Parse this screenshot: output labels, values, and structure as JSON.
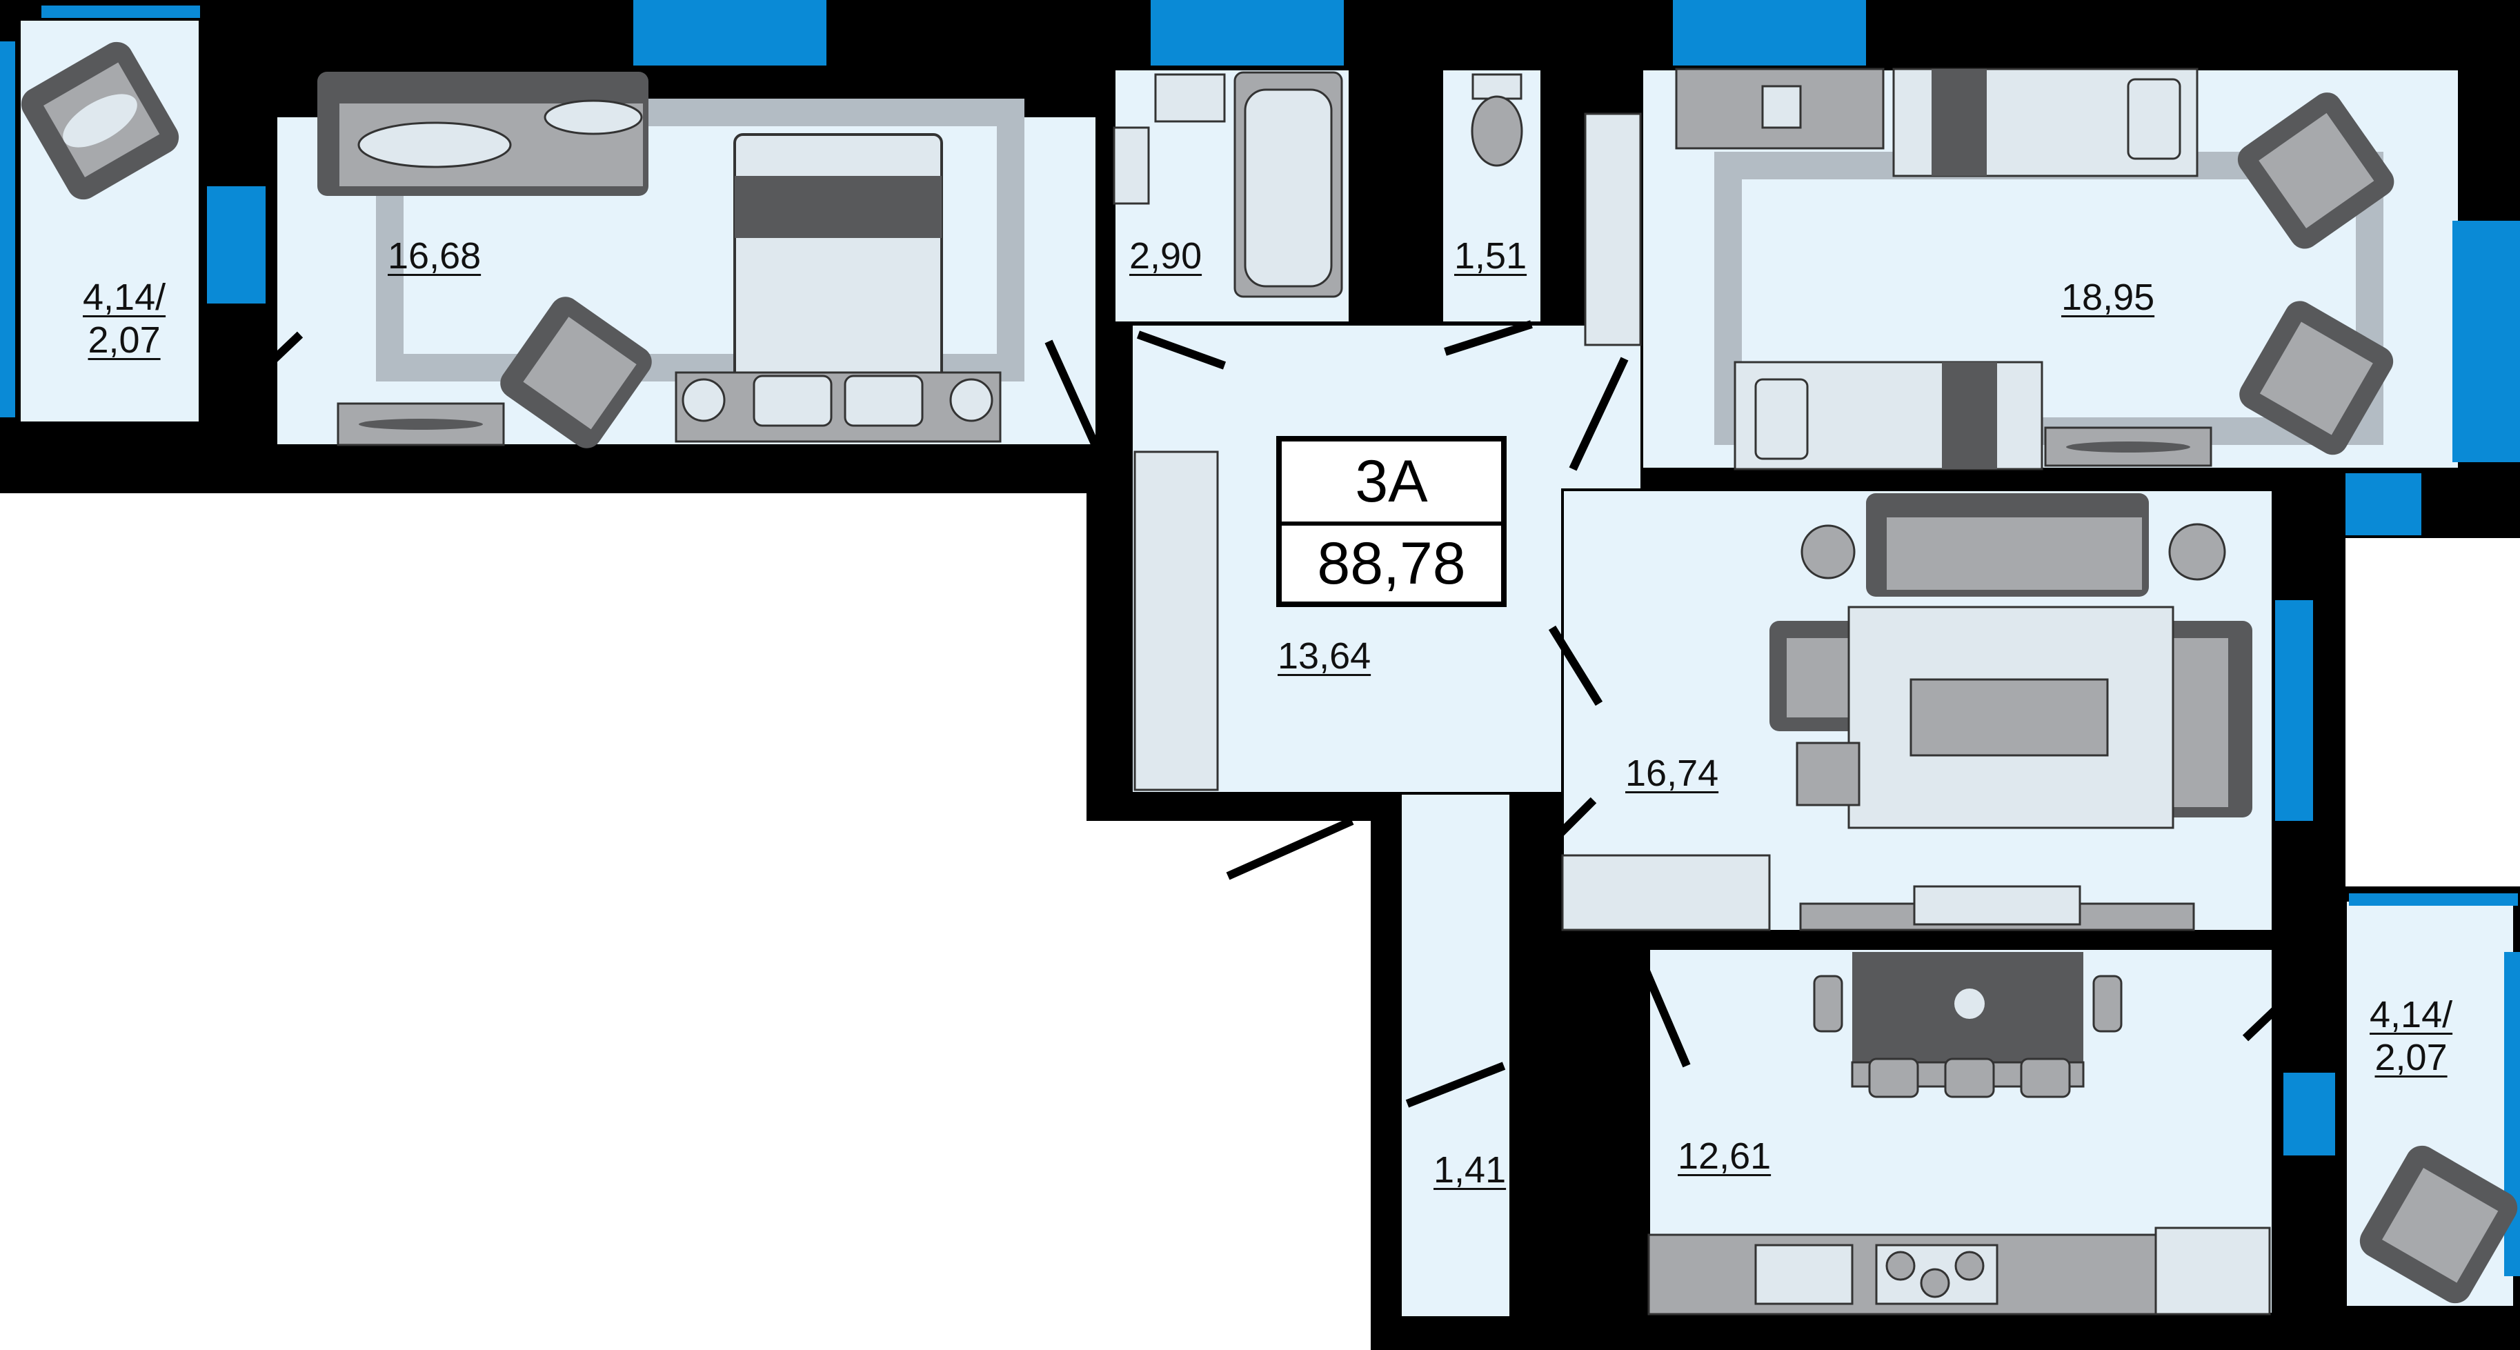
{
  "colors": {
    "floor": "#e6f3fb",
    "wall": "#000000",
    "window": "#0a8ad6",
    "rug": "#b3bcc4",
    "furniture": "#a7a9ac",
    "furniture_dark": "#58595b",
    "furniture_light": "#dfe8ee"
  },
  "apartment": {
    "type": "3А",
    "total_area": "88,78"
  },
  "rooms": [
    {
      "id": "bedroom",
      "area": "16,68"
    },
    {
      "id": "bathroom",
      "area": "2,90"
    },
    {
      "id": "toilet",
      "area": "1,51"
    },
    {
      "id": "large-room",
      "area": "18,95"
    },
    {
      "id": "hall",
      "area": "13,64"
    },
    {
      "id": "living-room",
      "area": "16,74"
    },
    {
      "id": "storage",
      "area": "1,41"
    },
    {
      "id": "kitchen",
      "area": "12,61"
    },
    {
      "id": "balcony-left",
      "area": "4,14/\n2,07"
    },
    {
      "id": "balcony-right",
      "area": "4,14/\n2,07"
    }
  ],
  "icons": [
    "armchair-icon",
    "sofa-icon",
    "bed-icon",
    "bathtub-icon",
    "sink-icon",
    "toilet-icon",
    "desk-icon",
    "wardrobe-icon",
    "tv-stand-icon",
    "dining-table-icon",
    "stove-icon",
    "kitchen-sink-icon",
    "plant-icon"
  ]
}
